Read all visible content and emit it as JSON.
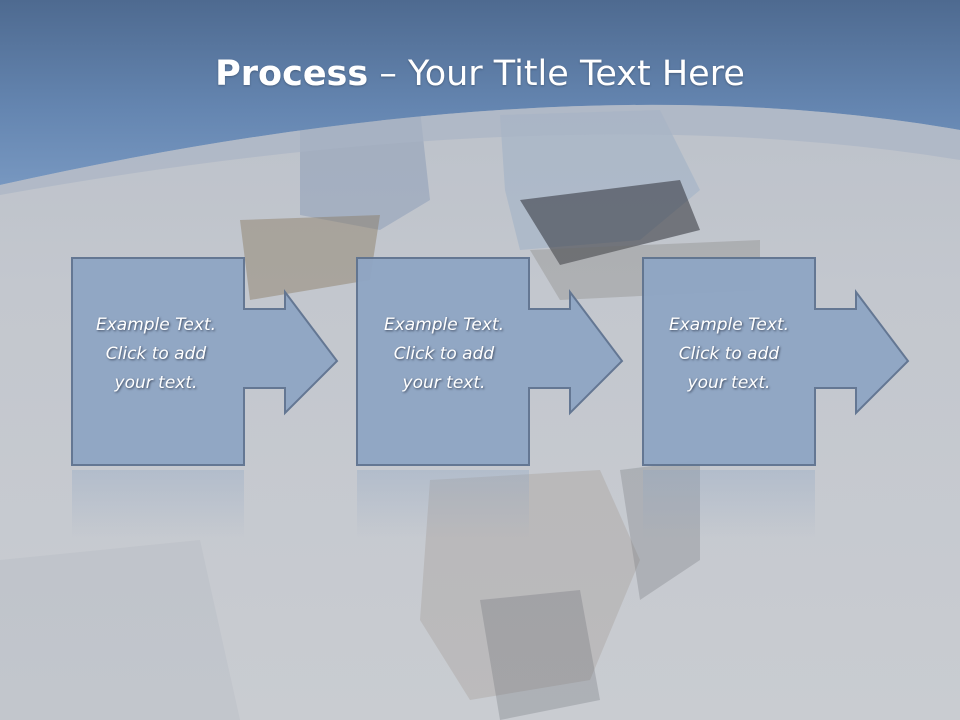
{
  "slide": {
    "title_bold": "Process",
    "title_rest": " – Your Title Text Here"
  },
  "steps": [
    {
      "text": "Example Text.\nClick  to add\nyour text."
    },
    {
      "text": "Example Text.\nClick  to add\nyour text."
    },
    {
      "text": "Example Text.\nClick  to add\nyour text."
    }
  ],
  "colors": {
    "banner": "#6d8cb3",
    "banner_dark": "#4e6a90",
    "box_fill": "#8fa6c4",
    "box_stroke": "#5f7390"
  }
}
